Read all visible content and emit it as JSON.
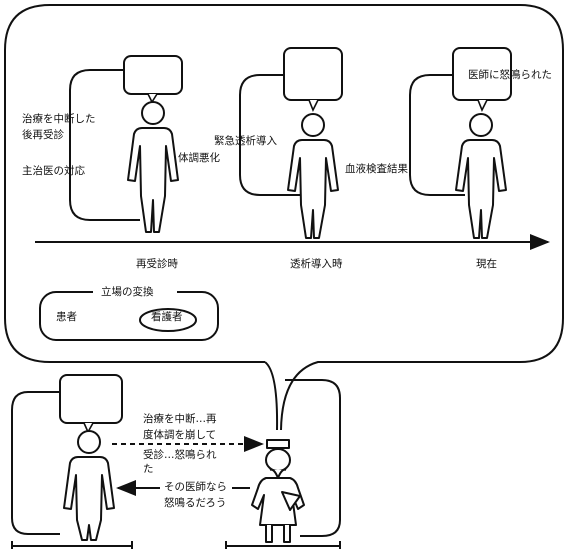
{
  "upper_panel": {
    "timeline": {
      "points": [
        "再受診時",
        "透析導入時",
        "現在"
      ]
    },
    "scenes": [
      {
        "speech": "",
        "context_lines": [
          "治療を中断した",
          "後再受診",
          "主治医の対応"
        ],
        "feeling": "体調悪化"
      },
      {
        "speech": "",
        "context_lines": [
          "緊急透析導入"
        ],
        "feeling": "血液検査結果"
      },
      {
        "speech": "医師に怒鳴られた",
        "context_lines": [],
        "feeling": ""
      }
    ],
    "role_change": {
      "title": "立場の変換",
      "from": "患者",
      "to": "看護者"
    }
  },
  "lower_panel": {
    "patient_speech": "",
    "observation_lines": [
      "治療を中断…再",
      "度体調を崩して",
      "受診…怒鳴られ",
      "た"
    ],
    "nurse_inference_lines": [
      "その医師なら",
      "怒鳴るだろう"
    ]
  }
}
